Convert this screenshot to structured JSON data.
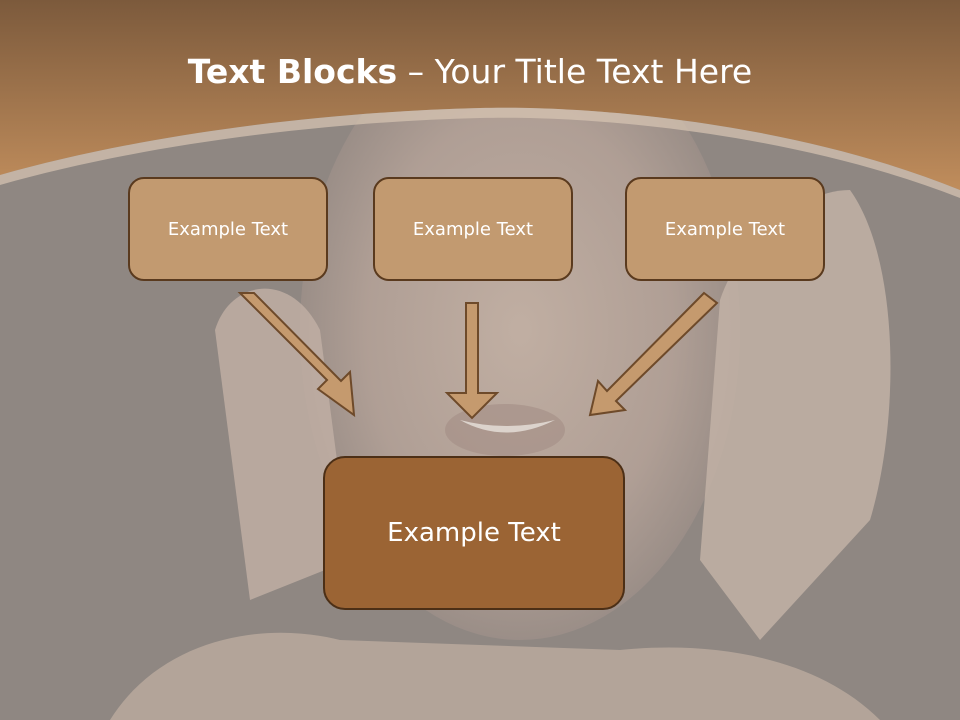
{
  "slide": {
    "title_bold": "Text Blocks",
    "title_rest": " – Your Title Text Here",
    "box_top_1": "Example Text",
    "box_top_2": "Example Text",
    "box_top_3": "Example Text",
    "box_bottom": "Example Text"
  },
  "colors": {
    "header_brown": "#b98a5a",
    "box_fill": "#c29a70",
    "box_main_fill": "#9b6434",
    "border": "#5a3a1e",
    "arrow_fill": "#c59a6e"
  }
}
